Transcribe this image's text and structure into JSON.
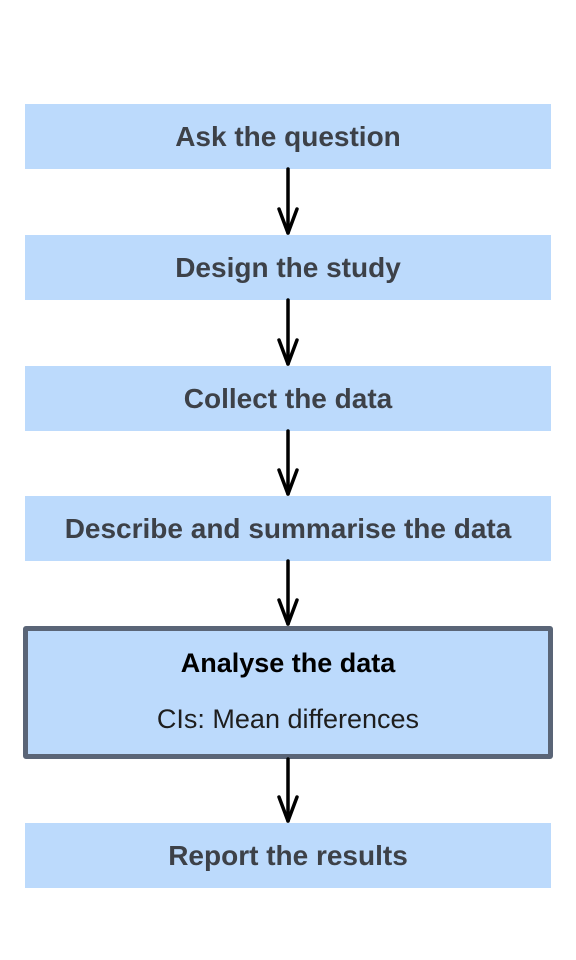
{
  "flowchart": {
    "steps": [
      {
        "label": "Ask the question"
      },
      {
        "label": "Design the study"
      },
      {
        "label": "Collect the data"
      },
      {
        "label": "Describe and summarise the data"
      },
      {
        "label": "Analyse the data",
        "sublabel": "CIs: Mean differences",
        "highlighted": true
      },
      {
        "label": "Report the results"
      }
    ]
  },
  "colors": {
    "box_fill": "#bcdafc",
    "highlight_border": "#5a6577",
    "text": "#3d4148",
    "arrow": "#000000"
  }
}
